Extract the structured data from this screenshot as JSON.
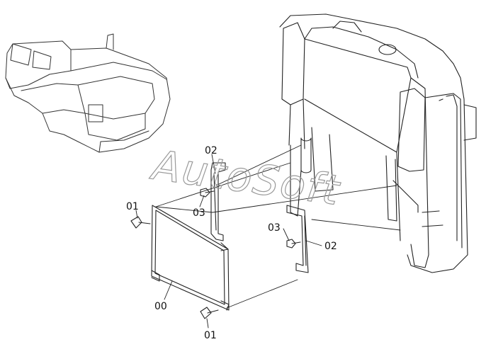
{
  "diagram": {
    "watermark": "AutoSoft",
    "labels": {
      "screen": "00",
      "wing_bolt_top": "01",
      "wing_bolt_bottom": "01",
      "bracket_left": "02",
      "bracket_right": "02",
      "bolt_left": "03",
      "bolt_right": "03"
    }
  }
}
